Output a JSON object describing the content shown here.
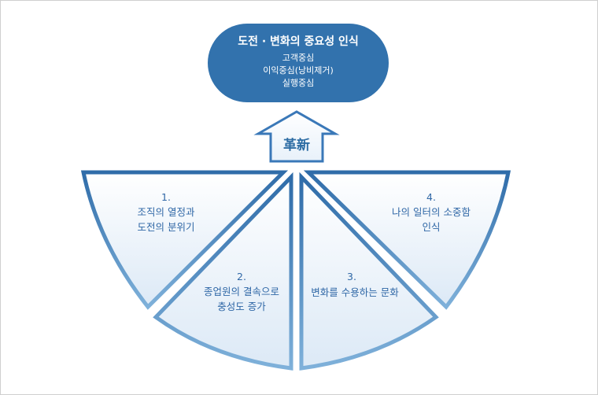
{
  "goal": {
    "title": "도전 · 변화의 중요성 인식",
    "items": [
      "고객중심",
      "이익중심(낭비제거)",
      "실행중심"
    ]
  },
  "arrow": {
    "label": "革新"
  },
  "segments": [
    {
      "number": "1.",
      "lines": [
        "조직의 열정과",
        "도전의 분위기"
      ]
    },
    {
      "number": "2.",
      "lines": [
        "종업원의 결속으로",
        "충성도 증가"
      ]
    },
    {
      "number": "3.",
      "lines": [
        "변화를 수용하는 문화"
      ]
    },
    {
      "number": "4.",
      "lines": [
        "나의 일터의 소중함",
        "인식"
      ]
    }
  ],
  "colors": {
    "primary": "#3272ad",
    "outline": "#3a78b8",
    "gradient_light": "#e3eef8"
  }
}
